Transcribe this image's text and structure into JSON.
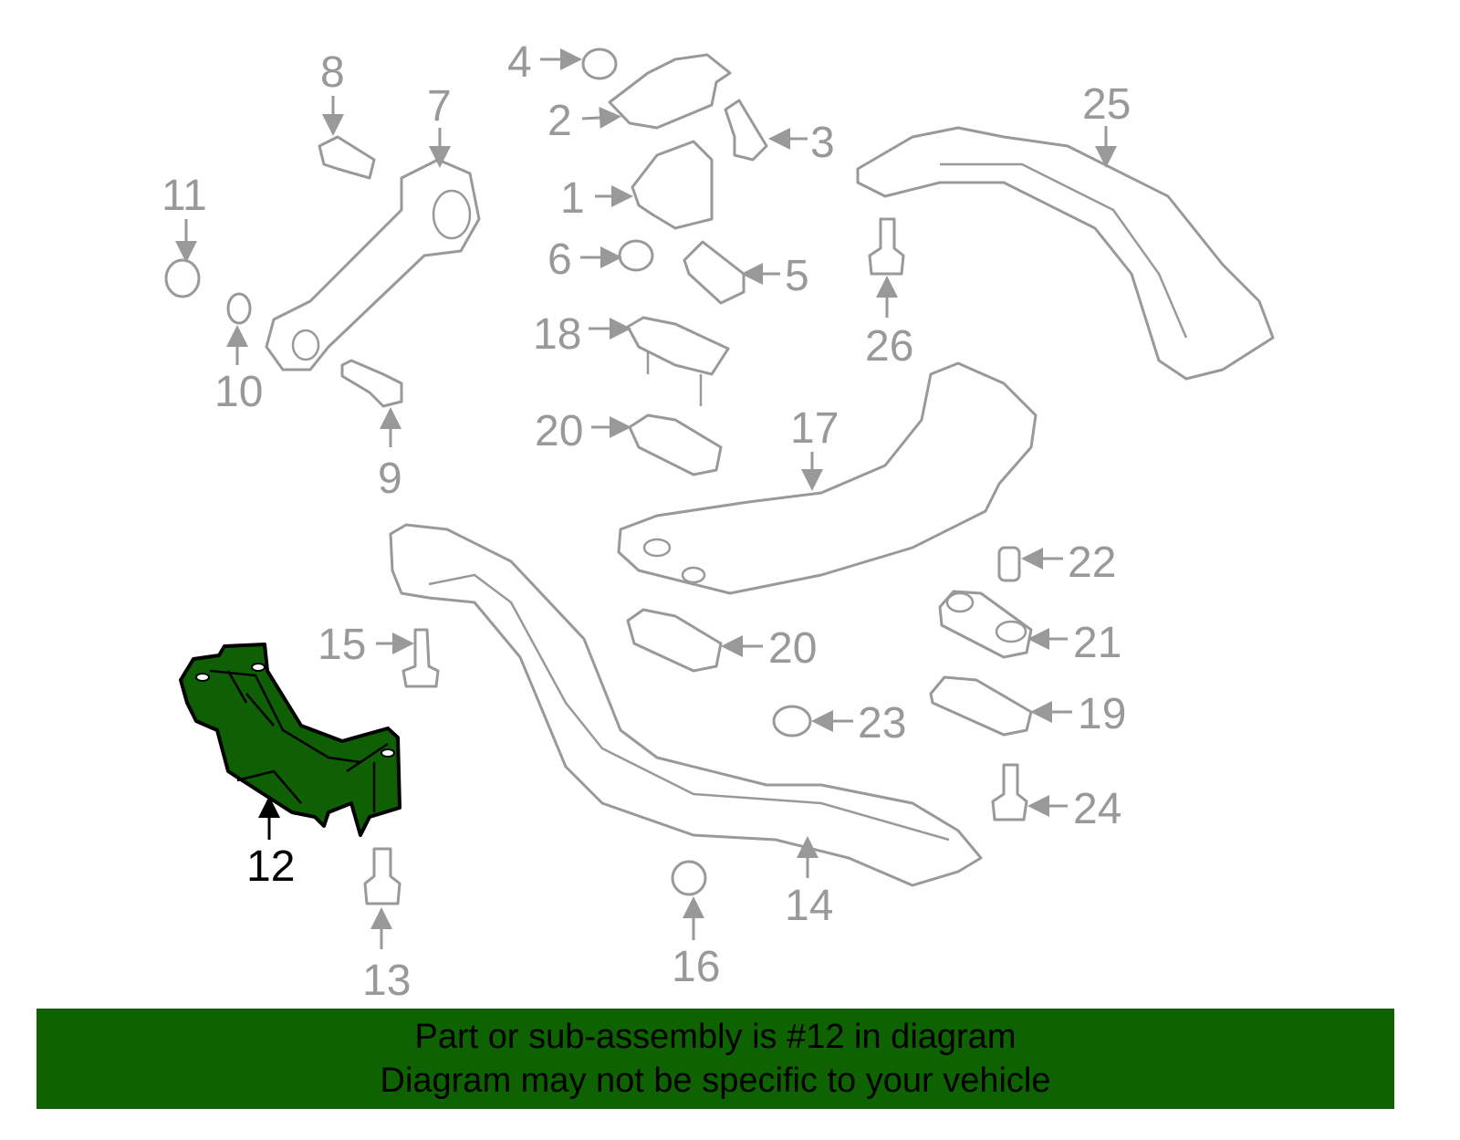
{
  "diagram": {
    "highlight_color": "#0f5f05",
    "callout_color": "#999999",
    "highlighted_part": "12",
    "callouts": [
      "1",
      "2",
      "3",
      "4",
      "5",
      "6",
      "7",
      "8",
      "9",
      "10",
      "11",
      "12",
      "13",
      "14",
      "15",
      "16",
      "17",
      "18",
      "19",
      "20",
      "20",
      "21",
      "22",
      "23",
      "24",
      "25",
      "26"
    ]
  },
  "banner": {
    "background": "#0e6300",
    "line1": "Part or sub-assembly is #12 in diagram",
    "line2": "Diagram may not be specific to your vehicle"
  }
}
